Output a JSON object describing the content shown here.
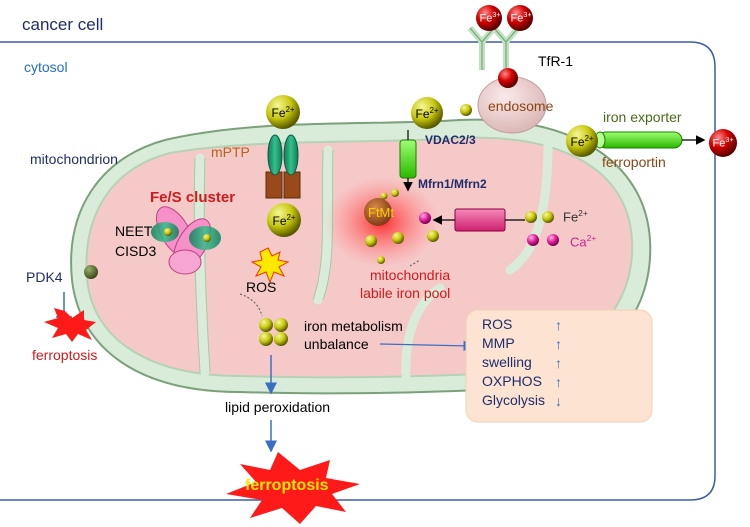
{
  "labels": {
    "cancer_cell": "cancer cell",
    "cytosol": "cytosol",
    "mitochondrion": "mitochondrion",
    "mptp": "mPTP",
    "vdac": "VDAC2/3",
    "mfrn": "Mfrn1/Mfrn2",
    "tfr1": "TfR-1",
    "endosome": "endosome",
    "iron_exporter": "iron exporter",
    "ferroportin": "ferroportin",
    "fes_cluster": "Fe/S cluster",
    "neet": "NEET",
    "cisd3": "CISD3",
    "ros_center": "ROS",
    "ftmt": "FtMt",
    "mito_pool_1": "mitochondria",
    "mito_pool_2": "labile iron pool",
    "pdk4": "PDK4",
    "ferroptosis_left": "ferroptosis",
    "iron_metab_1": "iron metabolism",
    "iron_metab_2": "unbalance",
    "lipid_perox": "lipid peroxidation",
    "ferroptosis_bottom": "ferroptosis"
  },
  "ions": {
    "fe": "Fe",
    "fe2_charge": "2+",
    "fe3_charge": "3+",
    "ca": "Ca",
    "ca_charge": "2+"
  },
  "effects": [
    {
      "label": "ROS",
      "direction": "up"
    },
    {
      "label": "MMP",
      "direction": "up"
    },
    {
      "label": "swelling",
      "direction": "up"
    },
    {
      "label": "OXPHOS",
      "direction": "up"
    },
    {
      "label": "Glycolysis",
      "direction": "down"
    }
  ],
  "colors": {
    "dark_blue": "#1f2d6b",
    "blue": "#1f6fc5",
    "red": "#d11a1a",
    "brown": "#8b4513",
    "olive": "#4a6b1a",
    "magenta": "#d4218f",
    "mito_fill": "#f3c7c7",
    "effects_bg": "#fde3d2"
  }
}
